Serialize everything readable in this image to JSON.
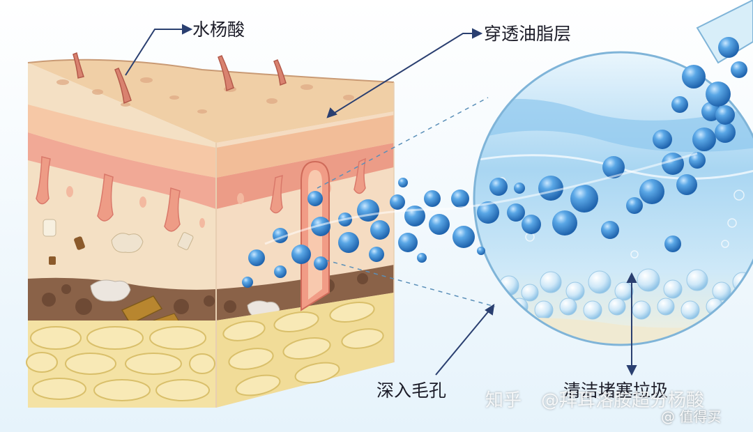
{
  "labels": {
    "salicylic_acid": "水杨酸",
    "penetrate_oil": "穿透油脂层",
    "deep_pores": "深入毛孔",
    "clean_debris": "清洁堵塞垃圾"
  },
  "watermarks": {
    "site": "知乎",
    "author": "@拜耳洛胺超分杨酸",
    "corner": "@ 值得买"
  },
  "colors": {
    "bubble": "#3b8ed9",
    "bubble_dark": "#1f63ad",
    "skin_top": "#f1d4b2",
    "dermis": "#f1a996",
    "fat": "#f4e2a4",
    "arrow": "#2a3f70"
  }
}
